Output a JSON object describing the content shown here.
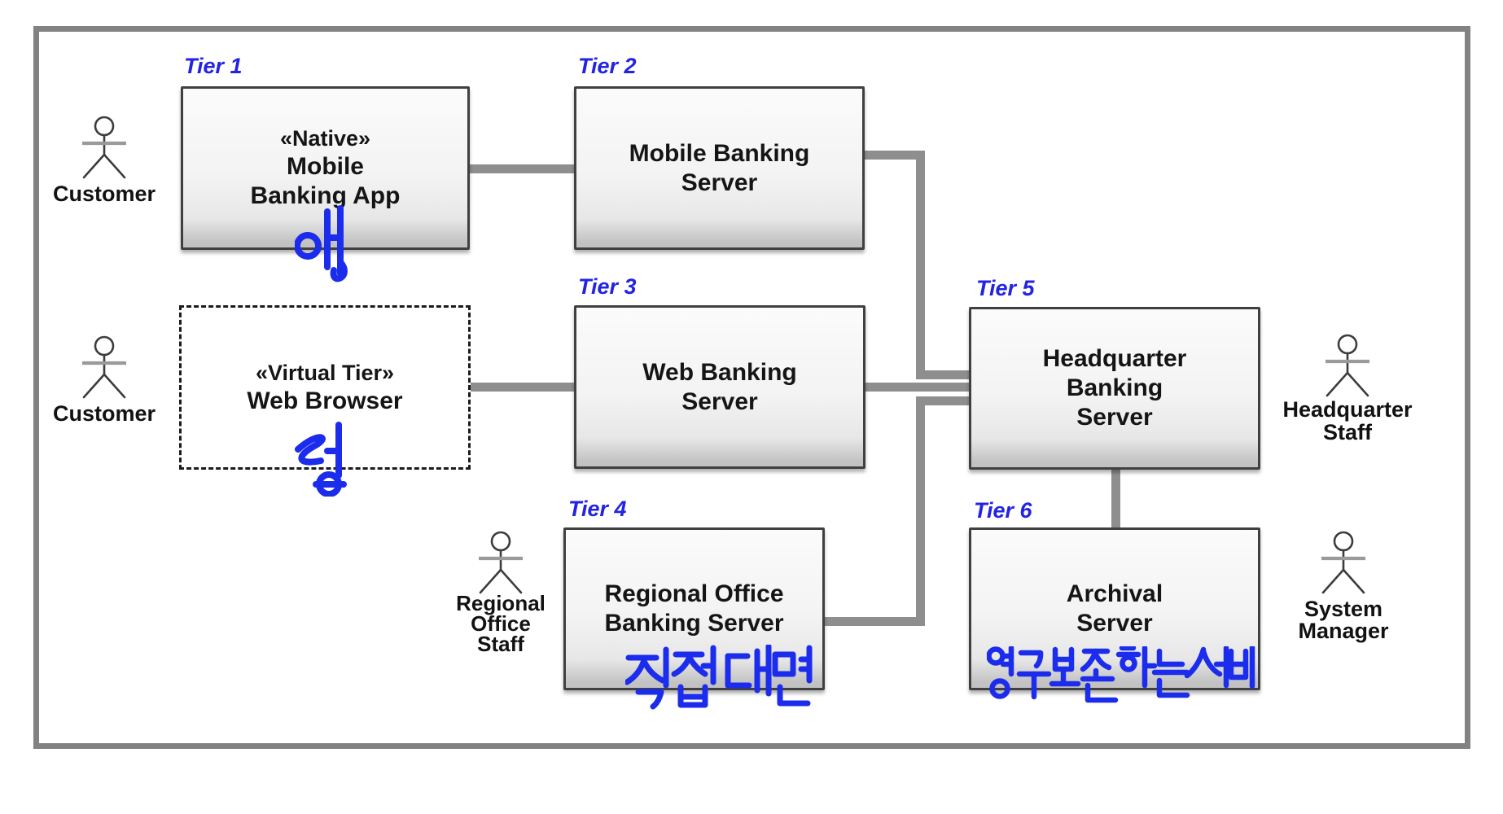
{
  "colors": {
    "tier_tag": "#2323e2",
    "handwriting": "#1c2cec",
    "connector": "#8e8e8e",
    "box_border": "#404040",
    "frame_border": "#828282"
  },
  "boxes": {
    "tier1": {
      "tag": "Tier 1",
      "stereotype": "«Native»",
      "line1": "Mobile",
      "line2": "Banking App"
    },
    "tier2": {
      "tag": "Tier 2",
      "line1": "Mobile Banking",
      "line2": "Server"
    },
    "tier3": {
      "tag": "Tier 3",
      "line1": "Web Banking",
      "line2": "Server"
    },
    "tier4": {
      "tag": "Tier 4",
      "line1": "Regional Office",
      "line2": "Banking Server"
    },
    "tier5": {
      "tag": "Tier 5",
      "line1": "Headquarter",
      "line2": "Banking",
      "line3": "Server"
    },
    "tier6": {
      "tag": "Tier 6",
      "line1": "Archival",
      "line2": "Server"
    },
    "browser": {
      "stereotype": "«Virtual Tier»",
      "line1": "Web Browser"
    }
  },
  "actors": {
    "customer_top": {
      "label": "Customer"
    },
    "customer_mid": {
      "label": "Customer"
    },
    "regional_office_staff": {
      "line1": "Regional",
      "line2": "Office",
      "line3": "Staff"
    },
    "headquarter_staff": {
      "line1": "Headquarter",
      "line2": "Staff"
    },
    "system_manager": {
      "line1": "System",
      "line2": "Manager"
    }
  },
  "annotations": {
    "app": {
      "text": "앱"
    },
    "web": {
      "text": "웹"
    },
    "regional": {
      "text": "직접 대면"
    },
    "archival": {
      "text": "영구보존하는 서버"
    }
  }
}
